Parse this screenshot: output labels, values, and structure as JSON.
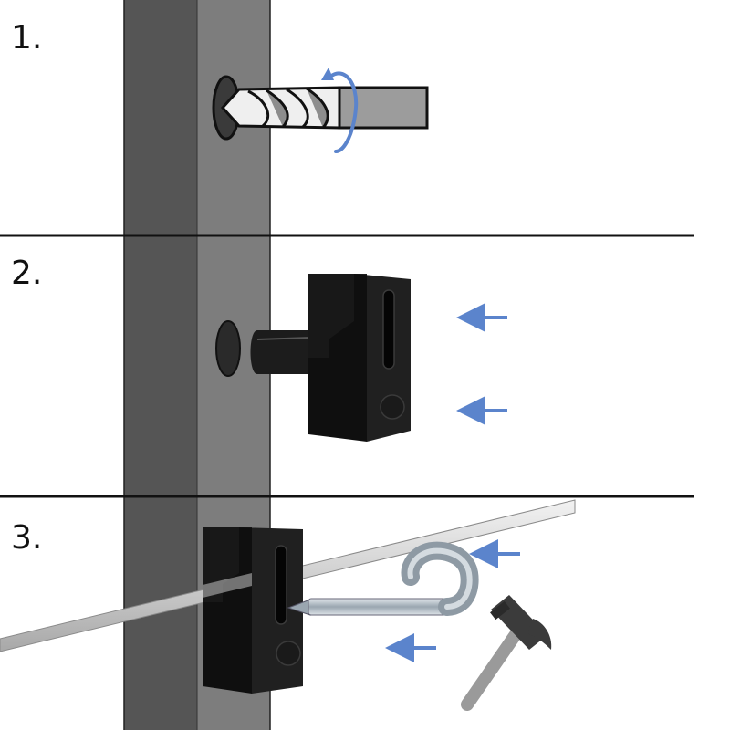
{
  "steps": [
    {
      "label": "1.",
      "action": "drill"
    },
    {
      "label": "2.",
      "action": "insert-holder"
    },
    {
      "label": "3.",
      "action": "hammer-hook"
    }
  ],
  "colors": {
    "background": "#ffffff",
    "post_dark": "#555555",
    "post_light": "#7d7d7d",
    "divider": "#111111",
    "arrow": "#5b84cc",
    "holder": "#141414",
    "wire": "#d6d6d6",
    "hook": "#b9c3cc",
    "hammer_handle": "#9a9a9a",
    "hammer_head": "#3b3b3b"
  },
  "icons": [
    "drill-bit-icon",
    "rotation-arrow-icon",
    "insulator-holder-icon",
    "push-arrow-icon",
    "j-hook-icon",
    "hammer-icon",
    "fence-wire-icon"
  ]
}
